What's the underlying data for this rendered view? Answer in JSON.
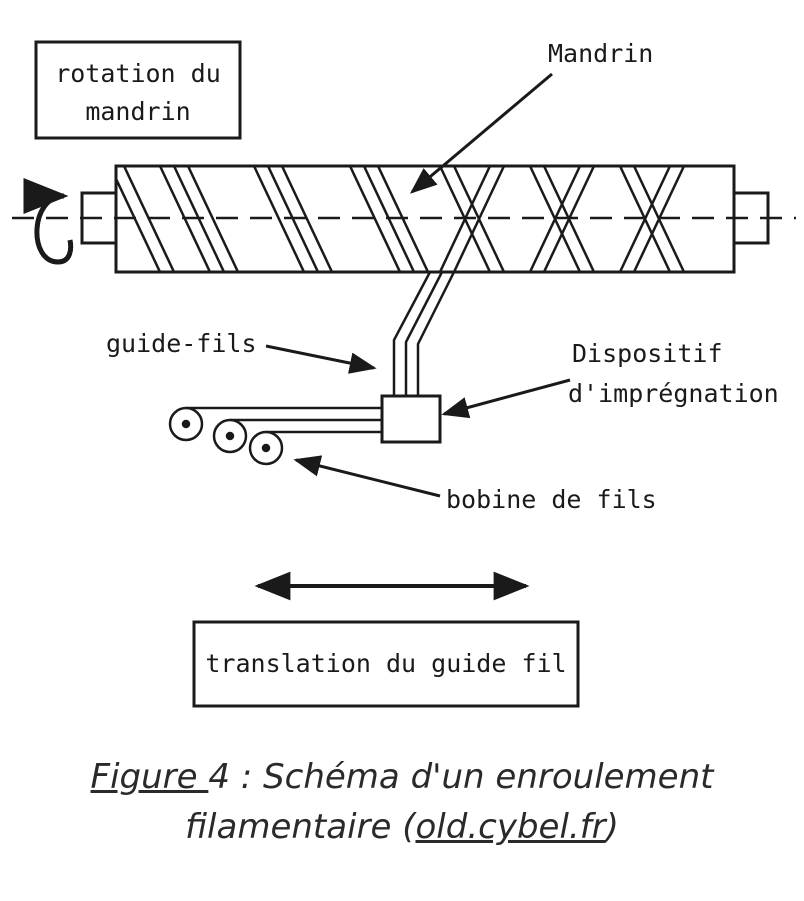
{
  "labels": {
    "rotation_line1": "rotation du",
    "rotation_line2": "mandrin",
    "mandrin": "Mandrin",
    "guide_fils": "guide-fils",
    "dispositif_line1": "Dispositif",
    "dispositif_line2": "d'imprégnation",
    "bobine": "bobine de fils",
    "translation": "translation du guide fil"
  },
  "caption": {
    "figure_link": "Figure ",
    "text_part1": "4 : Schéma d'un enroulement",
    "text_part2": "filamentaire (",
    "source_link": "old.cybel.fr",
    "text_part3": ")"
  }
}
